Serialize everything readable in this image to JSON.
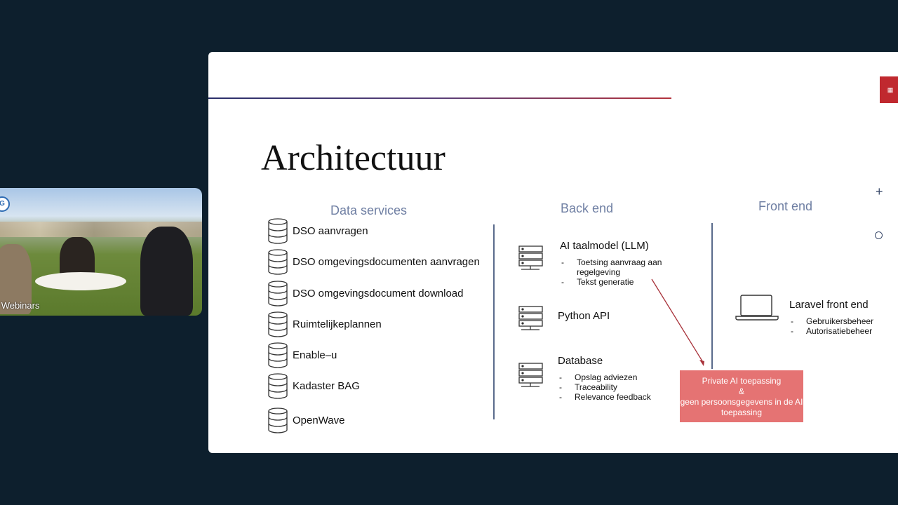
{
  "webcam": {
    "badge": "G",
    "label": "G Webinars"
  },
  "slide": {
    "title": "Architectuur",
    "columns": {
      "data_services": "Data services",
      "back_end": "Back end",
      "front_end": "Front end"
    },
    "data_services": [
      "DSO aanvragen",
      "DSO omgevingsdocumenten aanvragen",
      "DSO omgevingsdocument download",
      "Ruimtelijkeplannen",
      "Enable–u",
      "Kadaster BAG",
      "OpenWave"
    ],
    "back_end": {
      "llm": {
        "title": "AI taalmodel (LLM)",
        "items": [
          "Toetsing aanvraag aan regelgeving",
          "Tekst generatie"
        ]
      },
      "python": {
        "title": "Python API"
      },
      "database": {
        "title": "Database",
        "items": [
          "Opslag adviezen",
          "Traceability",
          "Relevance feedback"
        ]
      }
    },
    "front_end": {
      "title": "Laravel front end",
      "items": [
        "Gebruikersbeheer",
        "Autorisatiebeheer"
      ]
    },
    "callout": {
      "line1": "Private AI toepassing",
      "line2": "&",
      "line3": "geen persoonsgegevens in de AI toepassing"
    },
    "colors": {
      "header": "#6f7fa3",
      "callout": "#e57373",
      "arrow": "#a8323a"
    }
  }
}
